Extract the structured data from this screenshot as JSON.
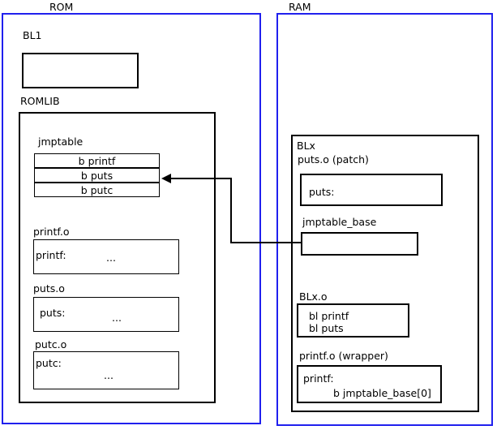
{
  "diagram": {
    "title": "ROM / RAM jump table patching diagram",
    "regions": {
      "rom": {
        "label": "ROM",
        "color": "#2020ee"
      },
      "ram": {
        "label": "RAM",
        "color": "#2020ee"
      }
    },
    "rom_contents": {
      "bl1": {
        "label": "BL1",
        "body": ""
      },
      "romlib": {
        "label": "ROMLIB",
        "jmptable": {
          "label": "jmptable",
          "rows": [
            "b printf",
            "b puts",
            "b putc"
          ]
        },
        "objects": [
          {
            "label": "printf.o",
            "symbol": "printf:",
            "ellipsis": "..."
          },
          {
            "label": "puts.o",
            "symbol": "puts:",
            "ellipsis": "..."
          },
          {
            "label": "putc.o",
            "symbol": "putc:",
            "ellipsis": "..."
          }
        ]
      }
    },
    "ram_contents": {
      "blx": {
        "label": "BLx",
        "patch": {
          "label": "puts.o (patch)",
          "symbol": "puts:"
        },
        "jmptable_base": {
          "label": "jmptable_base",
          "body": ""
        },
        "blx_o": {
          "label": "BLx.o",
          "lines": [
            "bl printf",
            "bl puts"
          ]
        },
        "wrapper": {
          "label": "printf.o (wrapper)",
          "symbol": "printf:",
          "instruction": "b jmptable_base[0]"
        }
      }
    },
    "connector": {
      "name": "jmptable-base-to-b-puts-arrow",
      "from": "jmptable_base",
      "to": "b puts"
    }
  }
}
